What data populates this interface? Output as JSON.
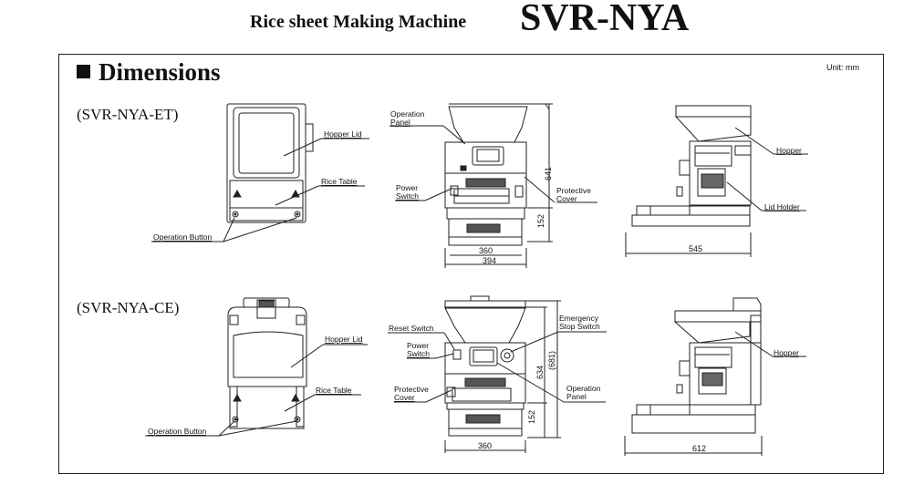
{
  "header": {
    "subtitle": "Rice sheet Making Machine",
    "model": "SVR-NYA"
  },
  "section": {
    "title": "Dimensions",
    "unit_note": "Unit: mm"
  },
  "variants": [
    {
      "name": "(SVR-NYA-ET)",
      "labels": {
        "hopper_lid": "Hopper Lid",
        "rice_table": "Rice Table",
        "operation_button": "Operation Button",
        "operation_panel_1": "Operation",
        "operation_panel_2": "Panel",
        "power_switch_1": "Power",
        "power_switch_2": "Switch",
        "protective_cover_1": "Protective",
        "protective_cover_2": "Cover",
        "hopper": "Hopper",
        "lid_holder": "Lid Holder"
      },
      "dims": {
        "height_total": "641",
        "height_base": "152",
        "width_inner": "360",
        "width_outer": "394",
        "depth": "545"
      }
    },
    {
      "name": "(SVR-NYA-CE)",
      "labels": {
        "hopper_lid": "Hopper Lid",
        "rice_table": "Rice Table",
        "operation_button": "Operation Button",
        "reset_switch": "Reset Switch",
        "power_switch_1": "Power",
        "power_switch_2": "Switch",
        "protective_cover_1": "Protective",
        "protective_cover_2": "Cover",
        "emergency_stop_1": "Emergency",
        "emergency_stop_2": "Stop Switch",
        "operation_panel_1": "Operation",
        "operation_panel_2": "Panel",
        "hopper": "Hopper"
      },
      "dims": {
        "height_total": "634",
        "height_total_alt": "(681)",
        "height_base": "152",
        "width": "360",
        "depth": "612"
      }
    }
  ]
}
